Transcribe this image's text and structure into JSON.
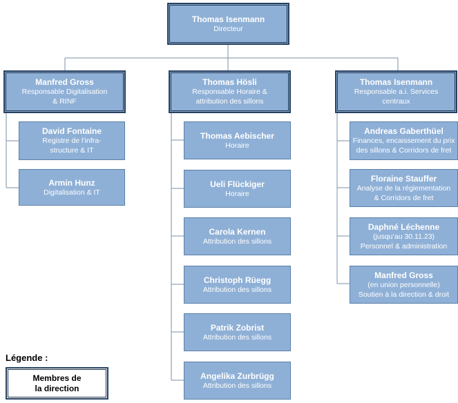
{
  "director": {
    "name": "Thomas Isenmann",
    "role": "Directeur"
  },
  "columns": [
    {
      "head": {
        "name": "Manfred Gross",
        "role": "Responsable Digitalisation\n& RINF"
      },
      "members": [
        {
          "name": "David Fontaine",
          "role": "Registre de l’infra-\nstructure  & IT"
        },
        {
          "name": "Armin Hunz",
          "role": "Digitalisation & IT"
        }
      ]
    },
    {
      "head": {
        "name": "Thomas Hösli",
        "role": "Responsable Horaire &\nattribution des sillons"
      },
      "members": [
        {
          "name": "Thomas Aebischer",
          "role": "Horaire"
        },
        {
          "name": "Ueli Flückiger",
          "role": "Horaire"
        },
        {
          "name": "Carola Kernen",
          "role": "Attribution  des sillons"
        },
        {
          "name": "Christoph Rüegg",
          "role": "Attribution des sillons"
        },
        {
          "name": "Patrik Zobrist",
          "role": "Attribution  des sillons"
        },
        {
          "name": "Angelika Zurbrügg",
          "role": "Attribution des sillons"
        }
      ]
    },
    {
      "head": {
        "name": "Thomas Isenmann",
        "role": "Responsable a.i. Services\ncentraux"
      },
      "members": [
        {
          "name": "Andreas Gaberthüel",
          "role": "Finances, encaissement du prix\ndes sillons & Corridors de fret"
        },
        {
          "name": "Floraine Stauffer",
          "role": "Analyse de la réglementation\n& Corridors  de fret"
        },
        {
          "name": "Daphné Léchenne",
          "role": "(jusqu’au 30.11.23)\nPersonnel  & administration"
        },
        {
          "name": "Manfred Gross",
          "role": "(en union personnelle)\nSoutien à la direction & droit"
        }
      ]
    }
  ],
  "legend": {
    "title": "Légende :",
    "item": "Membres de\nla direction"
  }
}
